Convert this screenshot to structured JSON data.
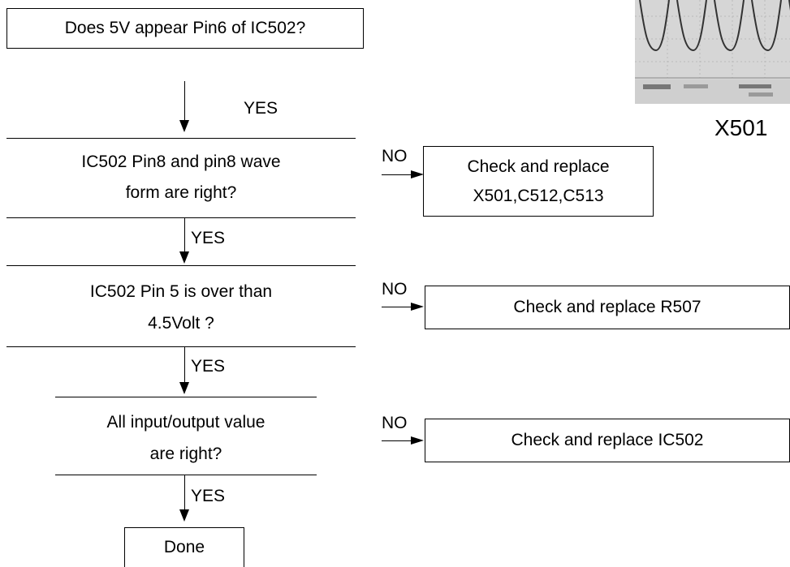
{
  "flowchart": {
    "start": {
      "text": "Does 5V appear Pin6 of IC502?"
    },
    "yes_label": "YES",
    "no_label": "NO",
    "steps": [
      {
        "question_line1": "IC502 Pin8 and pin8 wave",
        "question_line2": "form are right?",
        "no_action_line1": "Check and replace",
        "no_action_line2": "X501,C512,C513"
      },
      {
        "question_line1": "IC502 Pin 5 is over than",
        "question_line2": "4.5Volt ?",
        "no_action": "Check and replace R507"
      },
      {
        "question_line1": "All input/output value",
        "question_line2": "are right?",
        "no_action": "Check and replace IC502"
      }
    ],
    "end": {
      "text": "Done"
    }
  },
  "scope_figure": {
    "caption": "X501"
  }
}
